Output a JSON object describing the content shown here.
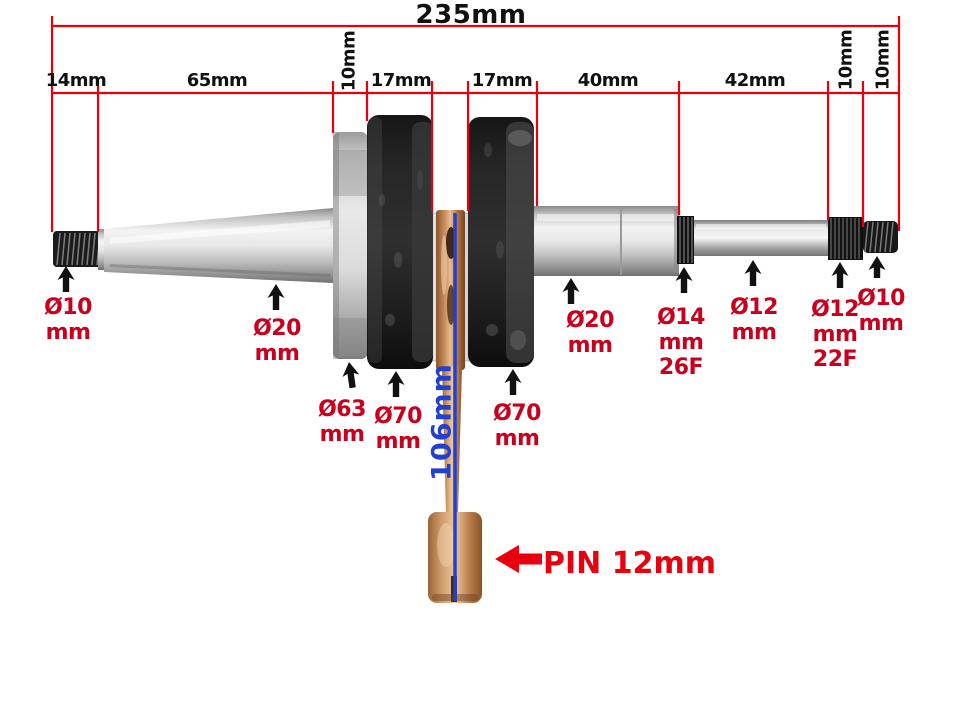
{
  "figure": {
    "overall_length": {
      "label": "235mm"
    },
    "segments": [
      {
        "label": "14mm"
      },
      {
        "label": "65mm"
      },
      {
        "label": "10mm"
      },
      {
        "label": "17mm"
      },
      {
        "label": "17mm"
      },
      {
        "label": "40mm"
      },
      {
        "label": "42mm"
      },
      {
        "label": "10mm"
      },
      {
        "label": "10mm"
      }
    ],
    "diameters": [
      {
        "l1": "Ø10",
        "l2": "mm"
      },
      {
        "l1": "Ø20",
        "l2": "mm"
      },
      {
        "l1": "Ø63",
        "l2": "mm"
      },
      {
        "l1": "Ø70",
        "l2": "mm"
      },
      {
        "l1": "Ø70",
        "l2": "mm"
      },
      {
        "l1": "Ø20",
        "l2": "mm"
      },
      {
        "l1": "Ø14",
        "l2": "mm",
        "l3": "26F"
      },
      {
        "l1": "Ø12",
        "l2": "mm"
      },
      {
        "l1": "Ø12",
        "l2": "mm",
        "l3": "22F"
      },
      {
        "l1": "Ø10",
        "l2": "mm"
      }
    ],
    "rod_length": {
      "label": "106mm"
    },
    "pin": {
      "label": "PIN 12mm"
    },
    "colors": {
      "dimension_line_red": "#e8000e",
      "diameter_label_red": "#c9001d",
      "length_marker_blue": "#2240d0",
      "pin_label_red": "#e8000e",
      "text_black": "#111111"
    }
  }
}
